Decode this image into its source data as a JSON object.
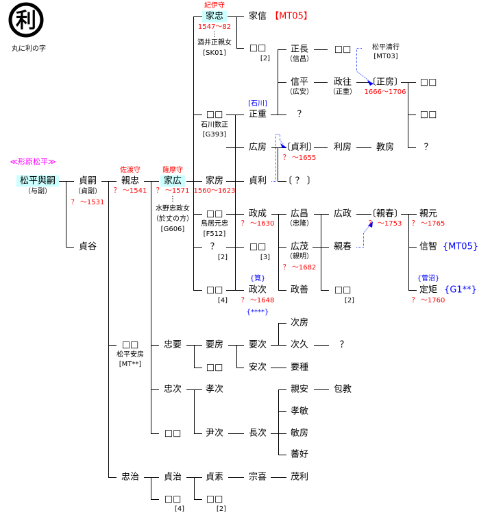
{
  "logo": {
    "text": "利",
    "caption_index": 0
  },
  "labels": [
    "丸に利の字",
    "≪形原松平≫",
    "松平與嗣",
    "（与副）",
    "貞嗣",
    "（貞副）",
    "？ ～1531",
    "貞谷",
    "佐渡守",
    "親忠",
    "？ ～1541",
    "□□",
    "松平安房",
    "[MT**]",
    "忠治",
    "薩摩守",
    "家広",
    "？ ～1571",
    "⋮",
    "水野忠政女",
    "（於丈の方）",
    "[G606]",
    "忠要",
    "忠次",
    "□□",
    "貞治",
    "□□",
    "[4]",
    "紀伊守",
    "家忠",
    "1547～82",
    "⋮",
    "酒井正親女",
    "[SK01]",
    "□□",
    "石川数正",
    "[G393]",
    "家房",
    "1560～1623",
    "□□",
    "鳥居元忠",
    "[F512]",
    "？",
    "[2]",
    "□□",
    "[4]",
    "要房",
    "□□",
    "孝次",
    "尹次",
    "貞素",
    "□□",
    "[2]",
    "家信",
    "【MT05】",
    "□□",
    "[2]",
    "[石川]",
    "正重",
    "広房",
    "貞利",
    "政成",
    "？ ～1630",
    "□□",
    "[3]",
    "{筧}",
    "政次",
    "？ ～1648",
    "{****}",
    "要次",
    "安次",
    "長次",
    "宗喜",
    "正長",
    "（信昌）",
    "信平",
    "（広安）",
    "？",
    "〔貞利〕",
    "？ ～1655",
    "〔 ？ 〕",
    "広昌",
    "（忠隆）",
    "広茂",
    "（親明）",
    "？ ～1682",
    "政善",
    "次房",
    "次久",
    "要種",
    "親安",
    "孝敏",
    "敏房",
    "蕃好",
    "茂利",
    "□□",
    "政往",
    "（正重）",
    "利房",
    "広政",
    "親春",
    "□□",
    "[2]",
    "？",
    "包教",
    "松平清行",
    "[MT03]",
    "〔正房〕",
    "1666～1706",
    "教房",
    "〔親春〕",
    "？ ～1753",
    "□□",
    "□□",
    "？",
    "親元",
    "？ ～1765",
    "信智",
    "{MT05}",
    "{菅沼}",
    "定矩",
    "{G1**}",
    "？ ～1760"
  ],
  "colors": {
    "highlight": "#ccffff",
    "date": "#ff0000",
    "clan": "#0000ff",
    "lineage": "#ff00ff",
    "adoption_arrow": "#0000ff"
  }
}
